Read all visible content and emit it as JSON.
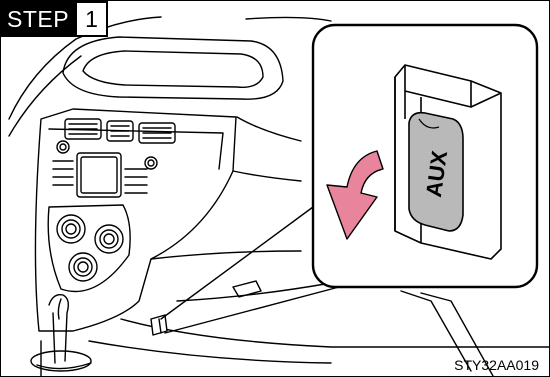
{
  "step": {
    "word": "STEP",
    "number": "1"
  },
  "inset": {
    "port_label": "AUX"
  },
  "figure_code": "STY32AA019",
  "colors": {
    "arrow_pink": "#e8849c",
    "plug_gray": "#b9b9b9",
    "line": "#000000"
  }
}
